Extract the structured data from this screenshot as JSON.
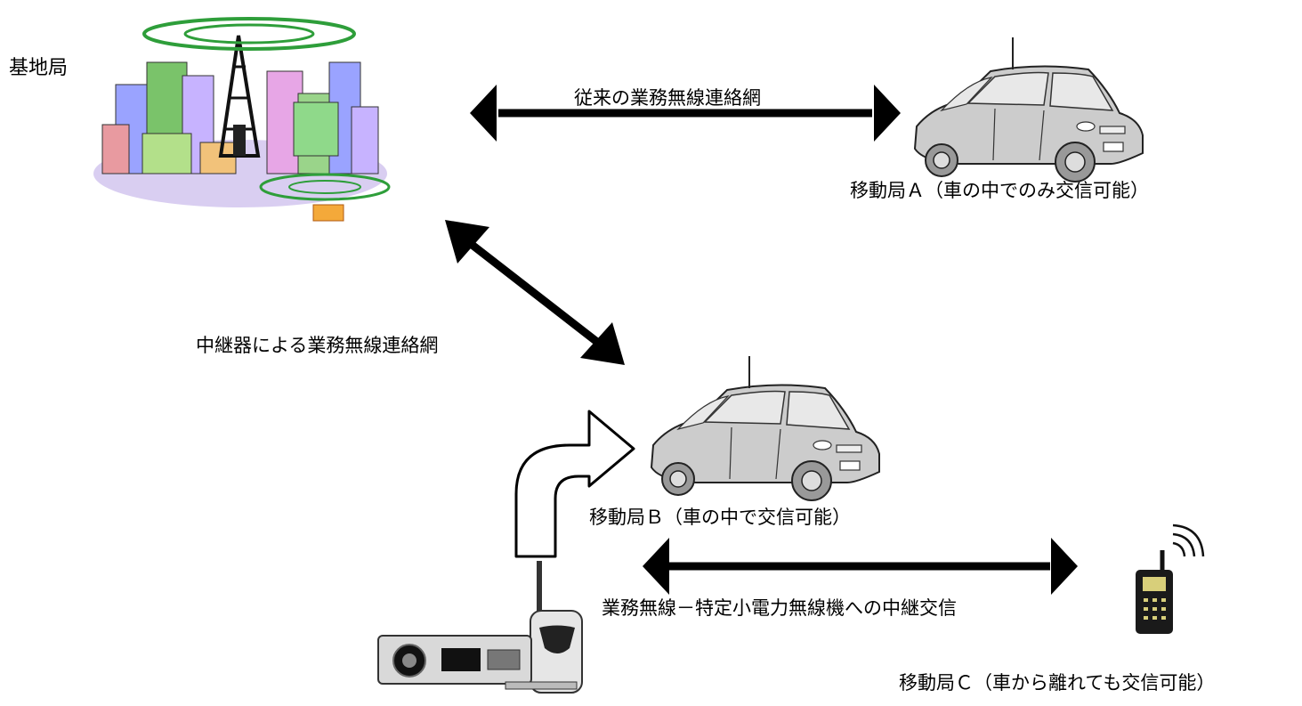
{
  "nodes": {
    "base_station": {
      "label": "基地局",
      "icon": "base-station-city-icon"
    },
    "mobile_a": {
      "label": "移動局Ａ（車の中でのみ交信可能）",
      "icon": "car-icon"
    },
    "mobile_b": {
      "label": "移動局Ｂ（車の中で交信可能）",
      "icon": "car-icon"
    },
    "mobile_c": {
      "label": "移動局Ｃ（車から離れても交信可能）",
      "icon": "handheld-radio-icon"
    },
    "repeater": {
      "icon": "repeater-unit-icon"
    }
  },
  "links": {
    "conventional": {
      "label": "従来の業務無線連絡網"
    },
    "via_repeater": {
      "label": "中継器による業務無線連絡網"
    },
    "relay": {
      "label": "業務無線－特定小電力無線機への中継交信"
    }
  },
  "colors": {
    "arrow": "#000000",
    "ring": "#2e9e3a",
    "car": "#c8c8c8",
    "radio": "#1a1a1a"
  }
}
